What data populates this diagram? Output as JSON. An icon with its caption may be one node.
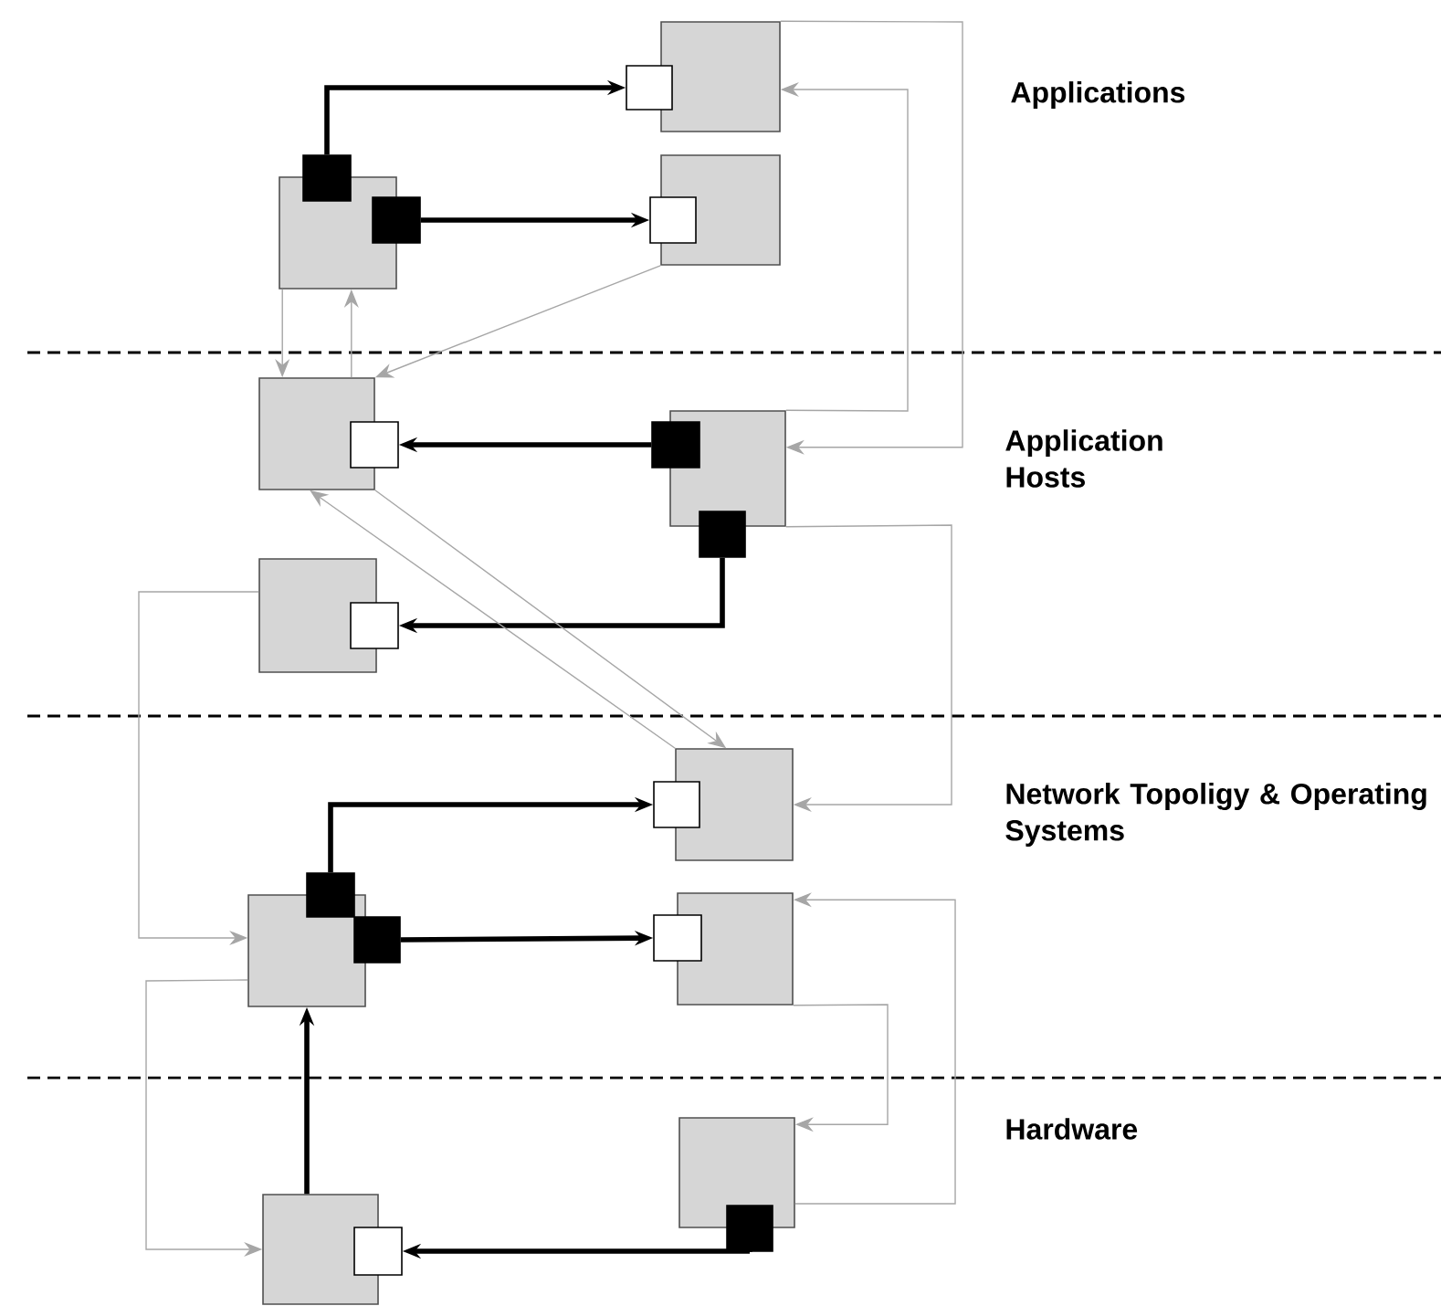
{
  "diagram": {
    "nodes": [
      {
        "text": [],
        "shape": "box"
      },
      {
        "text": [],
        "shape": "square"
      },
      {
        "text": [],
        "shape": "box"
      },
      {
        "text": [],
        "shape": "square"
      },
      {
        "text": [],
        "shape": "box"
      },
      {
        "text": [],
        "shape": "block"
      },
      {
        "text": [],
        "shape": "block"
      },
      {
        "text": [],
        "shape": "box"
      },
      {
        "text": [],
        "shape": "square"
      },
      {
        "text": [],
        "shape": "box"
      },
      {
        "text": [],
        "shape": "block"
      },
      {
        "text": [],
        "shape": "block"
      },
      {
        "text": [],
        "shape": "box"
      },
      {
        "text": [],
        "shape": "square"
      },
      {
        "text": [],
        "shape": "box"
      },
      {
        "text": [],
        "shape": "square"
      },
      {
        "text": [],
        "shape": "box"
      },
      {
        "text": [],
        "shape": "block"
      },
      {
        "text": [],
        "shape": "block"
      },
      {
        "text": [],
        "shape": "box"
      },
      {
        "text": [],
        "shape": "square"
      },
      {
        "text": [],
        "shape": "box"
      },
      {
        "text": [],
        "shape": "block"
      },
      {
        "text": [],
        "shape": "box"
      },
      {
        "text": [],
        "shape": "square"
      }
    ],
    "edges": [
      {
        "from": 5,
        "to": 1,
        "arrow": "to",
        "style": "thick",
        "color": "#000000"
      },
      {
        "from": 6,
        "to": 3,
        "arrow": "to",
        "style": "thick",
        "color": "#000000"
      },
      {
        "from": 10,
        "to": 8,
        "arrow": "to",
        "style": "thick",
        "color": "#000000"
      },
      {
        "from": 11,
        "to": 13,
        "arrow": "to",
        "style": "thick",
        "color": "#000000"
      },
      {
        "from": 17,
        "to": 15,
        "arrow": "to",
        "style": "thick",
        "color": "#000000"
      },
      {
        "from": 18,
        "to": 20,
        "arrow": "to",
        "style": "thick",
        "color": "#000000"
      },
      {
        "from": 23,
        "to": 16,
        "arrow": "to",
        "style": "thick",
        "color": "#000000"
      },
      {
        "from": 22,
        "to": 24,
        "arrow": "to",
        "style": "thick",
        "color": "#000000"
      },
      {
        "from": 0,
        "to": 9,
        "arrow": "to"
      },
      {
        "from": 9,
        "to": 0,
        "arrow": "to"
      },
      {
        "from": 4,
        "to": 7,
        "arrow": "to"
      },
      {
        "from": 7,
        "to": 4,
        "arrow": "to"
      },
      {
        "from": 2,
        "to": 7,
        "arrow": "to"
      },
      {
        "from": 7,
        "to": 14,
        "arrow": "to"
      },
      {
        "from": 14,
        "to": 7,
        "arrow": "to"
      },
      {
        "from": 9,
        "to": 14,
        "arrow": "to"
      },
      {
        "from": 12,
        "to": 16,
        "arrow": "to"
      },
      {
        "from": 16,
        "to": 23,
        "arrow": "to"
      },
      {
        "from": 19,
        "to": 21,
        "arrow": "to"
      },
      {
        "from": 21,
        "to": 19,
        "arrow": "to"
      }
    ],
    "labels": [
      "Applications",
      "Application Hosts",
      "Network Topoligy & Operating Systems",
      "Hardware"
    ]
  }
}
